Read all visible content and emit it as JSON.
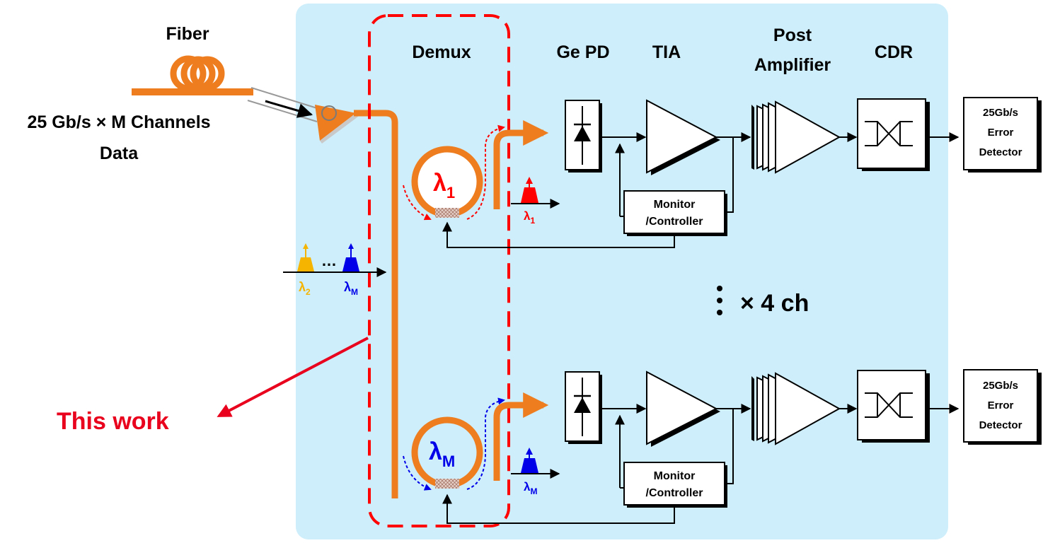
{
  "fiber": {
    "label": "Fiber",
    "data_line1": "25 Gb/s × M Channels",
    "data_line2": "Data"
  },
  "headers": {
    "demux": "Demux",
    "pd": "Ge PD",
    "tia": "TIA",
    "post_line1": "Post",
    "post_line2": "Amplifier",
    "cdr": "CDR"
  },
  "channels": {
    "ch1": {
      "ring_label": "λ",
      "ring_sub": "1",
      "spectrum_label": "λ",
      "spectrum_sub": "1",
      "monitor_line1": "Monitor",
      "monitor_line2": "/Controller",
      "detector_line1": "25Gb/s",
      "detector_line2": "Error",
      "detector_line3": "Detector"
    },
    "chM": {
      "ring_label": "λ",
      "ring_sub": "M",
      "spectrum_label": "λ",
      "spectrum_sub": "M",
      "monitor_line1": "Monitor",
      "monitor_line2": "/Controller",
      "detector_line1": "25Gb/s",
      "detector_line2": "Error",
      "detector_line3": "Detector"
    }
  },
  "input_spectrum": {
    "ellipsis": "…",
    "lambda_a": "λ",
    "lambda_a_sub": "2",
    "lambda_b": "λ",
    "lambda_b_sub": "M"
  },
  "repeat_label": "× 4 ch",
  "this_work": "This work",
  "colors": {
    "panel": "#cdeefa",
    "waveguide": "#ed7d1f",
    "dashed_box": "#ff0000",
    "annotation": "#e8001c",
    "lambda1": "#ff0000",
    "lambdaM": "#0000e8",
    "lambda2": "#f5b400",
    "black": "#000000"
  }
}
